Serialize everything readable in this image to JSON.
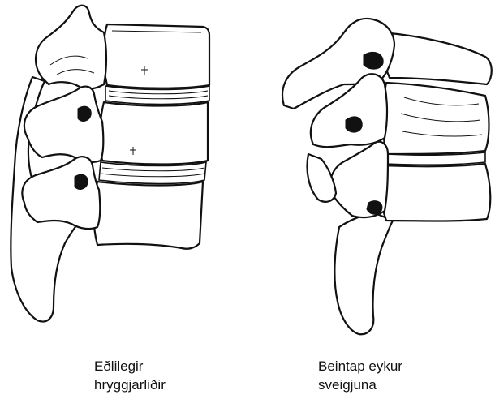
{
  "captions": {
    "normal": {
      "line1": "Eðlilegir",
      "line2": "hryggjarliðir"
    },
    "collapsed": {
      "line1": "Beintap eykur",
      "line2": "sveigjuna"
    }
  },
  "colors": {
    "ink": "#111111",
    "background": "#ffffff"
  }
}
